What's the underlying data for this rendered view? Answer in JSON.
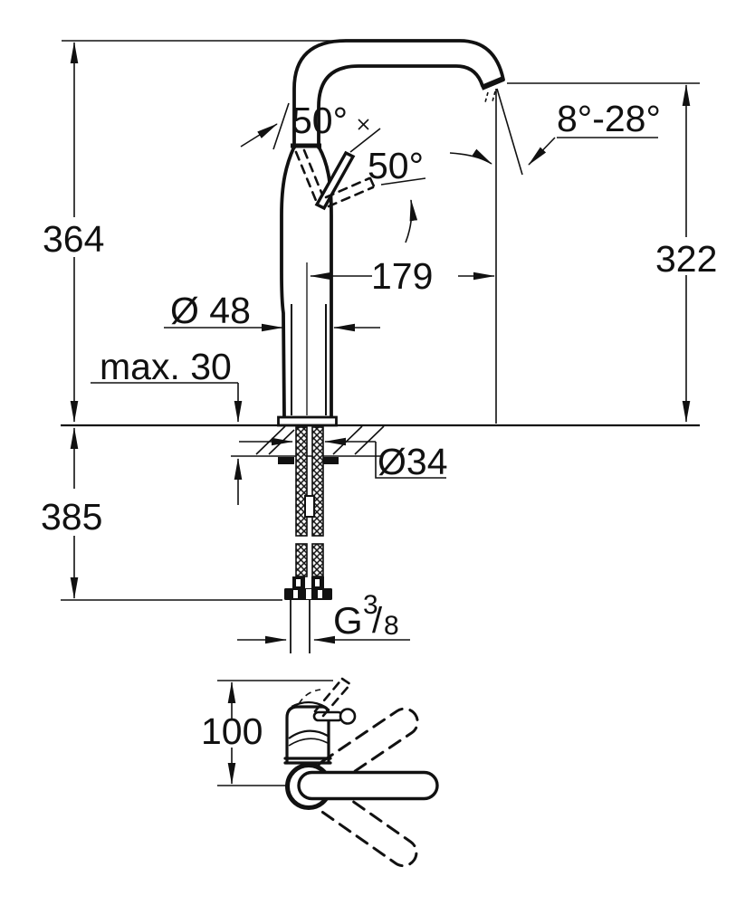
{
  "page": {
    "background": "#ffffff",
    "line_color": "#111111",
    "description": "Technical dimension drawing of a tall single-lever basin mixer tap, front view with mounting shank and top view"
  },
  "front_view": {
    "total_height": "364",
    "below_counter_depth": "385",
    "spout_outlet_height": "322",
    "spout_reach": "179",
    "handle_angle_front": "50°",
    "handle_angle_side": "50°",
    "spout_swivel_angle": "8°-28°",
    "body_diameter": "Ø 48",
    "counter_max_thickness": "max. 30",
    "hole_diameter": "Ø34",
    "thread": {
      "letter": "G",
      "numerator": "3",
      "slash": "/",
      "denominator": "8"
    }
  },
  "top_view": {
    "depth": "100"
  }
}
